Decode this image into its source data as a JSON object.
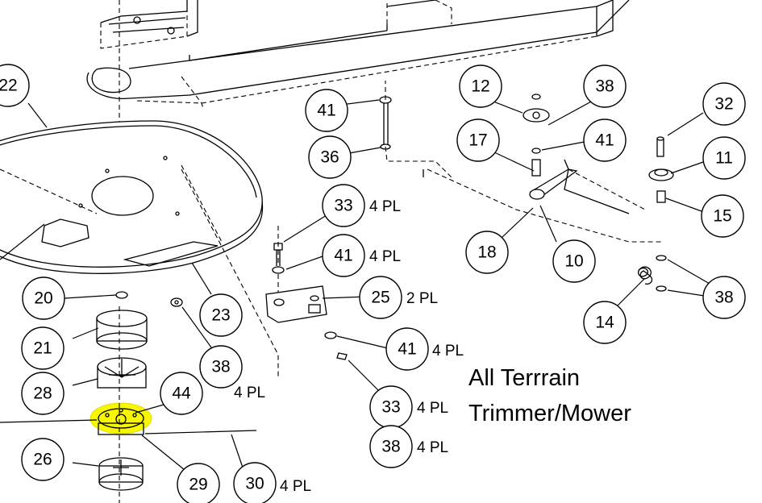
{
  "title_lines": [
    "All Terrrain",
    "Trimmer/Mower"
  ],
  "highlight_color": "#f7f700",
  "callouts": {
    "c22": "22",
    "c20": "20",
    "c21": "21",
    "c28": "28",
    "c44": "44",
    "c26": "26",
    "c29": "29",
    "c30": "30",
    "c23": "23",
    "c38a": "38",
    "c41a": "41",
    "c36": "36",
    "c33a": "33",
    "c41b": "41",
    "c25": "25",
    "c41c": "41",
    "c33b": "33",
    "c38b": "38",
    "c12": "12",
    "c38c": "38",
    "c17": "17",
    "c41d": "41",
    "c18": "18",
    "c10": "10",
    "c32": "32",
    "c11": "11",
    "c15": "15",
    "c14": "14",
    "c38d": "38"
  },
  "quantities": {
    "q38a": "4 PL",
    "q33a": "4 PL",
    "q41b": "4 PL",
    "q25": "2 PL",
    "q41c": "4 PL",
    "q33b": "4 PL",
    "q38b": "4 PL",
    "q30": "4 PL"
  }
}
